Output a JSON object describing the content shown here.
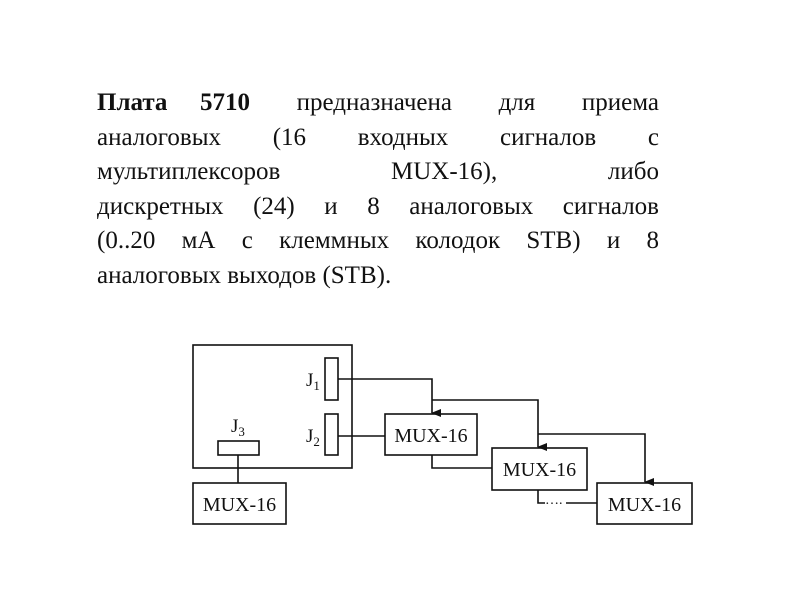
{
  "paragraph": {
    "bold_lead": "Плата 5710",
    "lines": [
      " предназначена для приема",
      "аналоговых (16 входных сигналов с",
      "мультиплексоров MUX-16), либо",
      "дискретных (24) и 8 аналоговых сигналов",
      "(0..20 мА с клеммных колодок STB) и 8",
      "аналоговых выходов (STB)."
    ]
  },
  "diagram": {
    "connectors": {
      "j1": "J",
      "j1_sub": "1",
      "j2": "J",
      "j2_sub": "2",
      "j3": "J",
      "j3_sub": "3"
    },
    "mux_label": "MUX-16",
    "ellipsis": "…."
  }
}
